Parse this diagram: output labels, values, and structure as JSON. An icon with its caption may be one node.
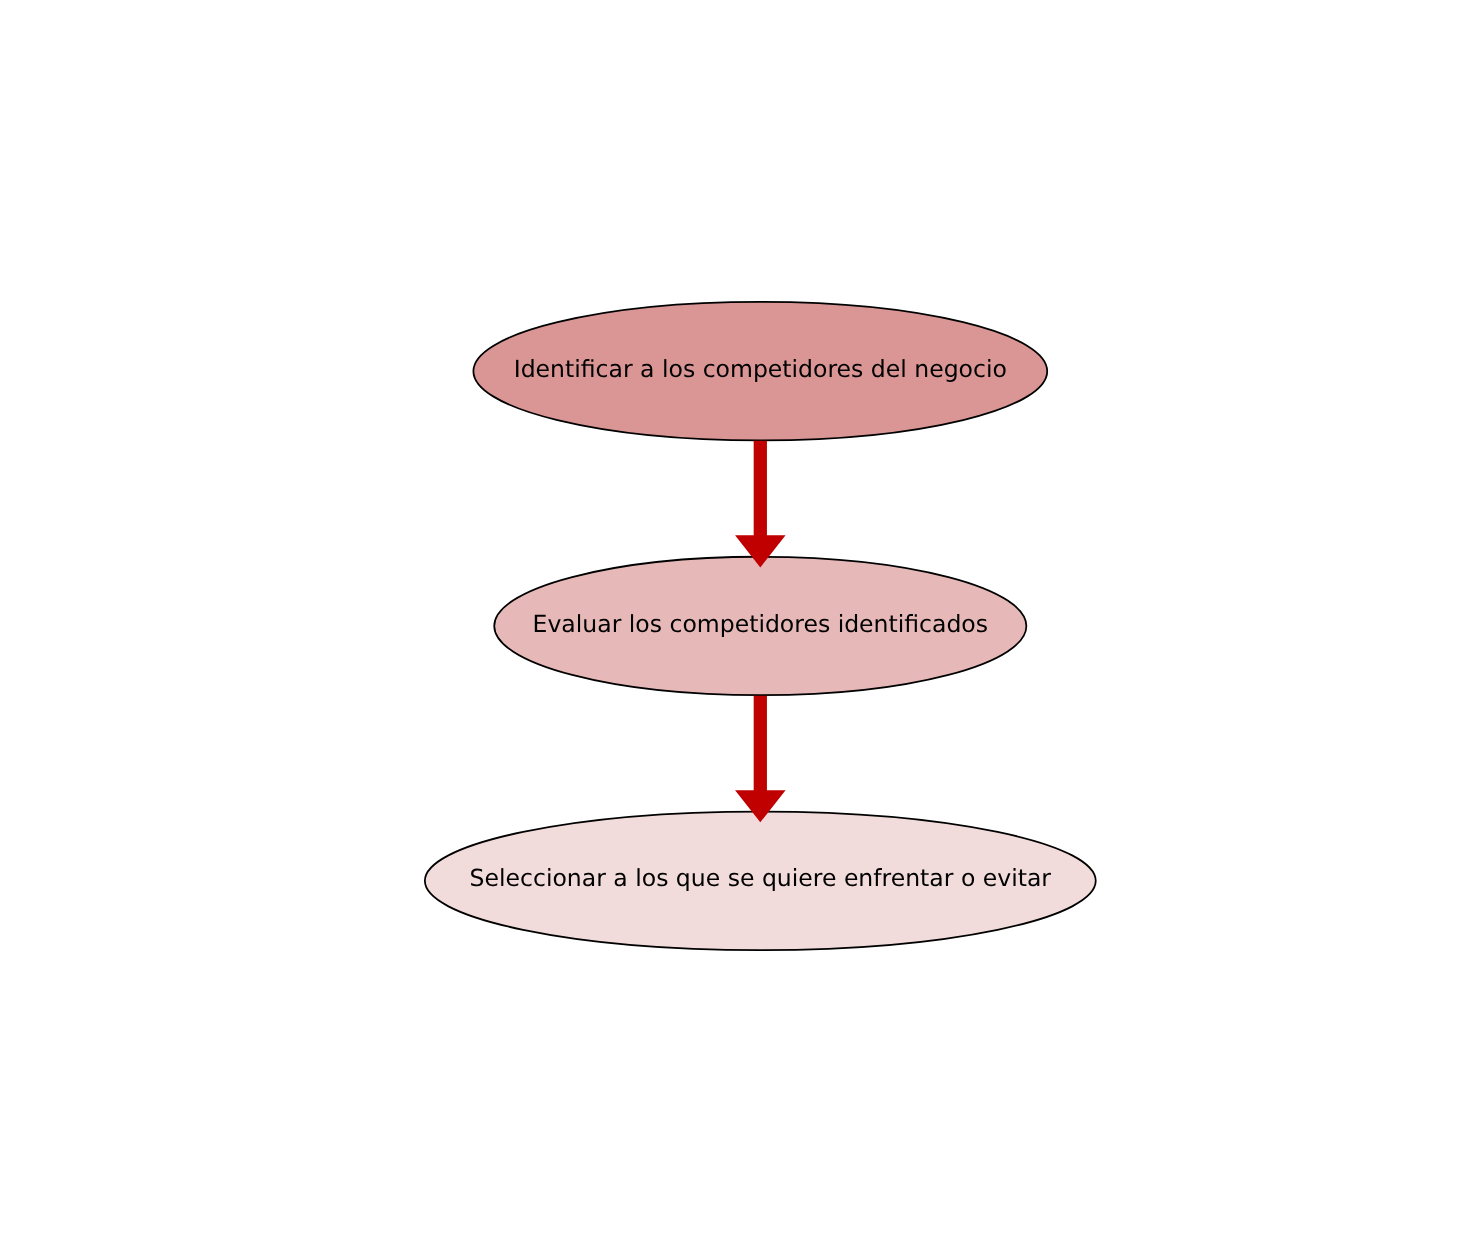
{
  "diagram": {
    "nodes": [
      {
        "text": [
          "Identificar a los competidores del negocio"
        ]
      },
      {
        "text": [
          "Evaluar los competidores identificados"
        ]
      },
      {
        "text": [
          "Seleccionar a los que se quiere enfrentar o evitar"
        ]
      }
    ],
    "edges": [
      {
        "from": 0,
        "to": 1,
        "arrow": "to"
      },
      {
        "from": 1,
        "to": 2,
        "arrow": "to"
      }
    ]
  }
}
